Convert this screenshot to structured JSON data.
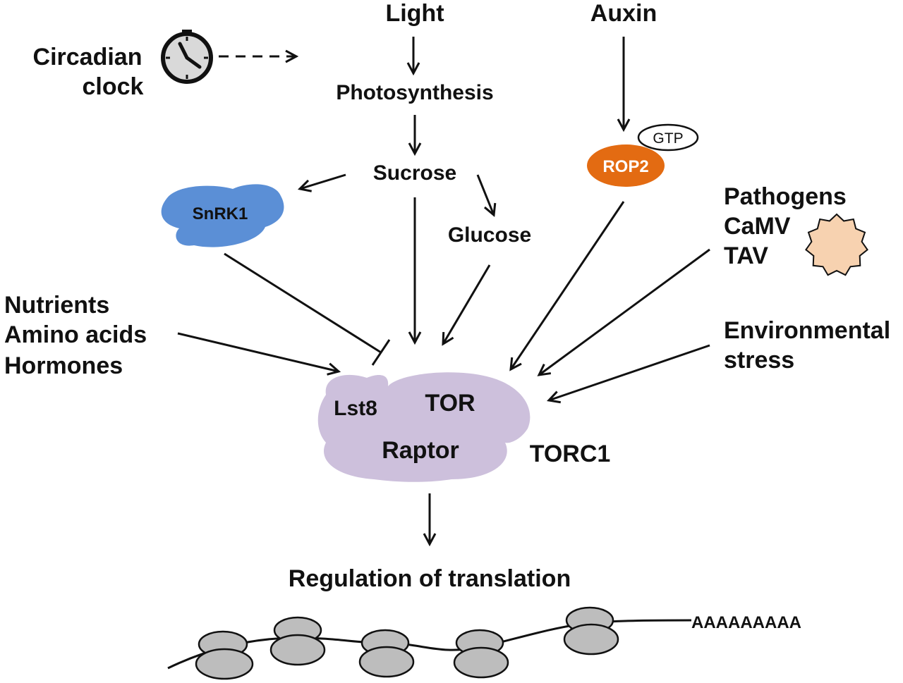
{
  "inputs": {
    "light": "Light",
    "auxin": "Auxin",
    "circadian_line1": "Circadian",
    "circadian_line2": "clock",
    "photosynthesis": "Photosynthesis",
    "sucrose": "Sucrose",
    "glucose": "Glucose",
    "snrk1": "SnRK1",
    "rop2": "ROP2",
    "gtp": "GTP",
    "pathogens": "Pathogens",
    "camv": "CaMV",
    "tav": "TAV",
    "nutrients": "Nutrients",
    "amino_acids": "Amino acids",
    "hormones": "Hormones",
    "env_line1": "Environmental",
    "env_line2": "stress"
  },
  "complex": {
    "lst8": "Lst8",
    "tor": "TOR",
    "raptor": "Raptor",
    "name": "TORC1"
  },
  "output": {
    "regulation": "Regulation of translation",
    "polya": "AAAAAAAAA"
  },
  "colors": {
    "snrk1": "#5b8fd6",
    "rop2": "#e36b12",
    "torc1": "#cdc0dc",
    "pathogen": "#f7d2b0",
    "ribosome": "#bdbdbd",
    "clock": "#d9d9d9"
  }
}
